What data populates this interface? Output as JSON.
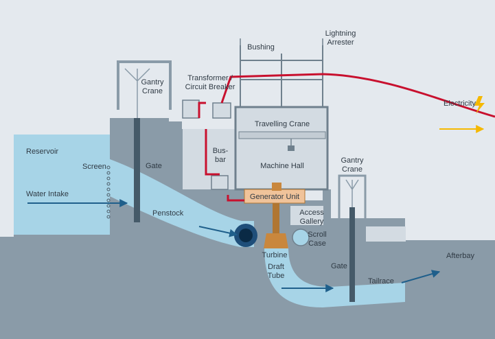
{
  "labels": {
    "bushing": "Bushing",
    "lightning_arrester_1": "Lightning",
    "lightning_arrester_2": "Arrester",
    "transformer_1": "Transformer /",
    "transformer_2": "Circuit Breaker",
    "gantry_crane_left_1": "Gantry",
    "gantry_crane_left_2": "Crane",
    "electricity": "Electricity",
    "travelling_crane": "Travelling Crane",
    "reservoir": "Reservoir",
    "screen": "Screen",
    "gate_left": "Gate",
    "busbar_1": "Bus-",
    "busbar_2": "bar",
    "machine_hall": "Machine Hall",
    "gantry_crane_right_1": "Gantry",
    "gantry_crane_right_2": "Crane",
    "water_intake": "Water Intake",
    "generator_unit": "Generator Unit",
    "access_gallery_1": "Access",
    "access_gallery_2": "Gallery",
    "penstock": "Penstock",
    "scroll_case_1": "Scroll",
    "scroll_case_2": "Case",
    "turbine": "Turbine",
    "afterbay": "Afterbay",
    "draft_tube_1": "Draft",
    "draft_tube_2": "Tube",
    "gate_right": "Gate",
    "tailrace": "Tailrace"
  },
  "icons": {
    "electricity": "lightning-bolt-icon"
  },
  "colors": {
    "background": "#e4e9ee",
    "concrete": "#8a9ba8",
    "building": "#d3dbe2",
    "water": "#a7d4e7",
    "power_line": "#c8102e",
    "electricity_accent": "#f5b800",
    "flow_arrow": "#1f5f8b"
  }
}
